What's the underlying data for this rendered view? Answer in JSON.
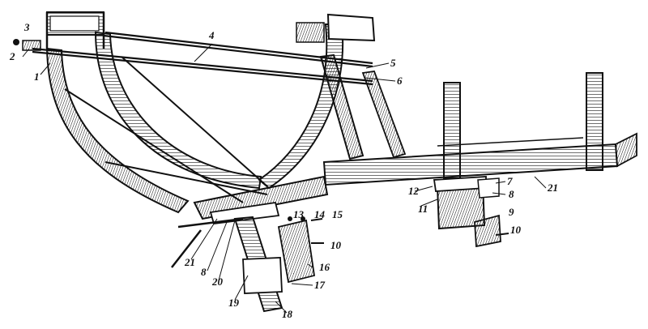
{
  "figure": {
    "kind": "exploded mechanical drawing of a frame assembly",
    "ink_color": "#111111",
    "paper_color": "#ffffff",
    "callouts": [
      {
        "id": "c1",
        "text": "1"
      },
      {
        "id": "c2",
        "text": "2"
      },
      {
        "id": "c3",
        "text": "3"
      },
      {
        "id": "c4",
        "text": "4"
      },
      {
        "id": "c5",
        "text": "5"
      },
      {
        "id": "c6",
        "text": "6"
      },
      {
        "id": "c7",
        "text": "7"
      },
      {
        "id": "c8a",
        "text": "8"
      },
      {
        "id": "c9",
        "text": "9"
      },
      {
        "id": "c10a",
        "text": "10"
      },
      {
        "id": "c11",
        "text": "11"
      },
      {
        "id": "c12",
        "text": "12"
      },
      {
        "id": "c21a",
        "text": "21"
      },
      {
        "id": "c13",
        "text": "13"
      },
      {
        "id": "c14",
        "text": "14"
      },
      {
        "id": "c15",
        "text": "15"
      },
      {
        "id": "c10b",
        "text": "10"
      },
      {
        "id": "c16",
        "text": "16"
      },
      {
        "id": "c17",
        "text": "17"
      },
      {
        "id": "c18",
        "text": "18"
      },
      {
        "id": "c19",
        "text": "19"
      },
      {
        "id": "c20",
        "text": "20"
      },
      {
        "id": "c8b",
        "text": "8"
      },
      {
        "id": "c21b",
        "text": "21"
      }
    ]
  }
}
